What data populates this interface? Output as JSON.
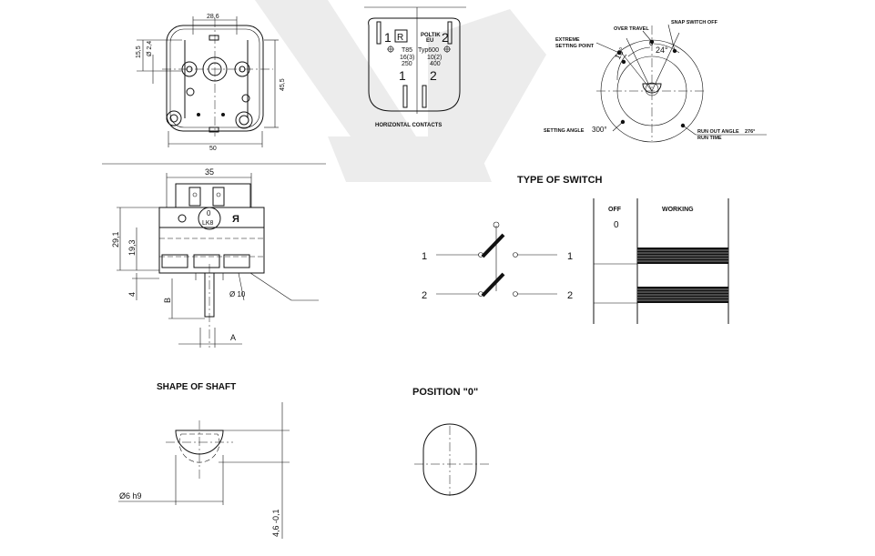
{
  "top_view": {
    "dim_top": "28,6",
    "dim_left_a": "15,5",
    "dim_left_b": "Ø 2,4",
    "dim_right": "45,5",
    "dim_bottom": "50"
  },
  "contact_plate": {
    "num_left_top": "1",
    "num_right_top": "2",
    "brand": "POLTIK",
    "brand_sub": "EU",
    "line1_left": "T85",
    "line1_right": "Typ600",
    "line2_left": "16(3)",
    "line2_right": "10(2)",
    "line3_left": "250",
    "line3_right": "400",
    "num_left_bottom": "1",
    "num_right_bottom": "2",
    "caption": "HORIZONTAL CONTACTS"
  },
  "angle_diagram": {
    "over_travel": "OVER TRAVEL",
    "snap_switch_off": "SNAP SWITCH OFF",
    "extreme_line1": "EXTREME",
    "extreme_line2": "SETTING POINT",
    "zero": "0",
    "angle_10": "10°",
    "angle_24": "24°",
    "setting_angle_label": "SETTING ANGLE",
    "setting_angle_value": "300°",
    "run_out_label": "RUN OUT ANGLE",
    "run_out_value": "276°",
    "run_time": "RUN TIME"
  },
  "side_view": {
    "dim_width": "35",
    "dim_29": "29,1",
    "dim_19": "19,3",
    "dim_4": "4",
    "dim_b": "B",
    "dim_a": "A",
    "dim_d10": "Ø 10",
    "zero": "0",
    "lk8": "LK8"
  },
  "switch_type": {
    "title": "TYPE OF SWITCH",
    "left_1": "1",
    "right_1": "1",
    "left_2": "2",
    "right_2": "2",
    "off_label": "OFF",
    "working_label": "WORKING",
    "off_value": "0"
  },
  "shaft": {
    "title": "SHAPE OF SHAFT",
    "dia": "Ø6 h9",
    "flat": "4,6 -0,1"
  },
  "position0": {
    "title": "POSITION \"0\""
  }
}
